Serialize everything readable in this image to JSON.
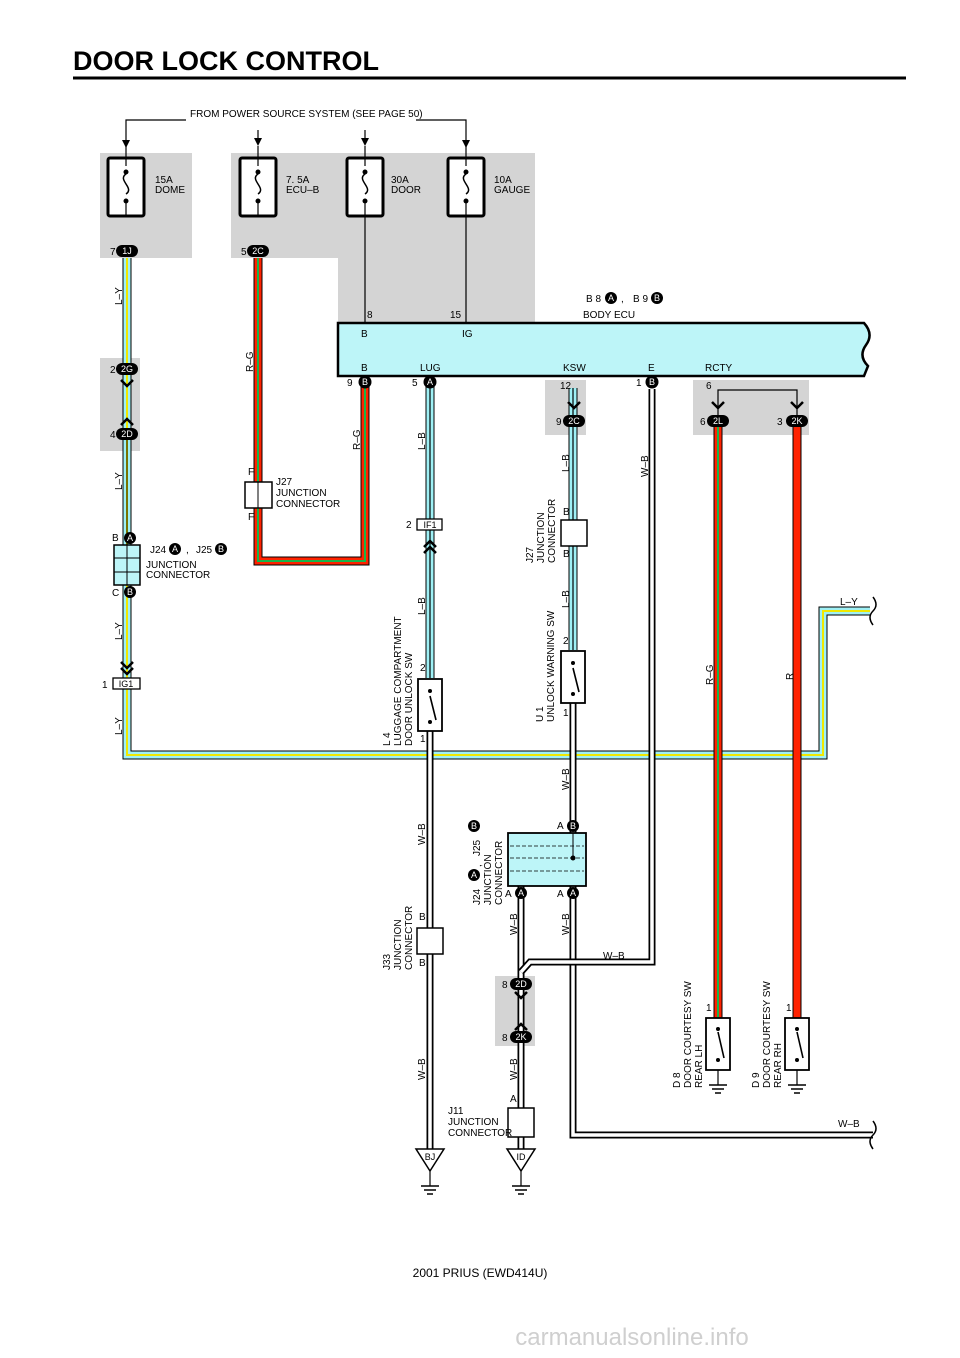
{
  "title": "DOOR LOCK CONTROL",
  "footer": "2001 PRIUS (EWD414U)",
  "watermark": "carmanualsonline.info",
  "power_source": "FROM POWER SOURCE SYSTEM (SEE PAGE 50)",
  "fuses": [
    {
      "amp": "15A",
      "name": "DOME"
    },
    {
      "amp": "7. 5A",
      "name": "ECU–B"
    },
    {
      "amp": "30A",
      "name": "DOOR"
    },
    {
      "amp": "10A",
      "name": "GAUGE"
    }
  ],
  "body_ecu": {
    "label": "BODY ECU",
    "code1": "B 8",
    "code1_conn": "A",
    "code2": "B 9",
    "code2_conn": "B",
    "sep": ",",
    "top_pins": [
      {
        "num": "8",
        "name": "B"
      },
      {
        "num": "15",
        "name": "IG"
      }
    ],
    "bottom_pins": [
      {
        "num": "9",
        "conn": "B",
        "name": "B"
      },
      {
        "num": "5",
        "conn": "A",
        "name": "LUG"
      },
      {
        "num": "12",
        "conn": "",
        "name": "KSW"
      },
      {
        "num": "1",
        "conn": "B",
        "name": "E"
      },
      {
        "num": "6",
        "conn": "",
        "name": "RCTY"
      }
    ]
  },
  "connectors": {
    "c1j": {
      "pin": "7",
      "code": "1J"
    },
    "c2c_top": {
      "pin": "5",
      "code": "2C"
    },
    "c2g": {
      "pin": "2",
      "code": "2G"
    },
    "c2d_top": {
      "pin": "4",
      "code": "2D"
    },
    "c2c_mid": {
      "pin": "9",
      "code": "2C"
    },
    "c2l": {
      "pin": "6",
      "code": "2L"
    },
    "c2k_top": {
      "pin": "3",
      "code": "2K"
    },
    "cif1": {
      "pin": "2",
      "code": "IF1"
    },
    "cig1": {
      "pin": "1",
      "code": "IG1"
    },
    "c2d_bot": {
      "pin": "8",
      "code": "2D"
    },
    "c2k_bot": {
      "pin": "8",
      "code": "2K"
    }
  },
  "wires": {
    "ly": "L–Y",
    "rg": "R–G",
    "lb": "L–B",
    "wb": "W–B",
    "r": "R"
  },
  "junctions": {
    "j24_left": {
      "code": "J24",
      "conn_a": "A",
      "code2": "J25",
      "conn_b": "B",
      "sep": ",",
      "desc1": "JUNCTION",
      "desc2": "CONNECTOR",
      "pin_top": "B",
      "pin_bot": "C"
    },
    "j27_left": {
      "code": "J27",
      "desc1": "JUNCTION",
      "desc2": "CONNECTOR",
      "pin": "F"
    },
    "j27_mid": {
      "code": "J27",
      "desc1": "JUNCTION",
      "desc2": "CONNECTOR",
      "pin": "B"
    },
    "j24_mid": {
      "code": "J24",
      "conn_a": "A",
      "code2": "J25",
      "conn_b": "B",
      "sep": ",",
      "desc1": "JUNCTION",
      "desc2": "CONNECTOR",
      "pin": "A"
    },
    "j33": {
      "code": "J33",
      "desc1": "JUNCTION",
      "desc2": "CONNECTOR",
      "pin": "B"
    },
    "j11": {
      "code": "J11",
      "desc1": "JUNCTION",
      "desc2": "CONNECTOR",
      "pin": "A"
    }
  },
  "switches": {
    "l4": {
      "code": "L 4",
      "desc1": "LUGGAGE COMPARTMENT",
      "desc2": "DOOR UNLOCK SW",
      "pin_top": "2",
      "pin_bot": "1"
    },
    "u1": {
      "code": "U 1",
      "desc1": "UNLOCK WARNING SW",
      "pin_top": "2",
      "pin_bot": "1"
    },
    "d8": {
      "code": "D 8",
      "desc1": "DOOR COURTESY SW",
      "desc2": "REAR LH",
      "pin": "1"
    },
    "d9": {
      "code": "D 9",
      "desc1": "DOOR COURTESY SW",
      "desc2": "REAR RH",
      "pin": "1"
    }
  },
  "grounds": {
    "bj": "BJ",
    "id": "ID"
  },
  "colors": {
    "cyan": "#9ff0f5",
    "red": "#ff2200",
    "green": "#19b34a",
    "yellow": "#f0e800",
    "gray": "#d4d4d4"
  }
}
